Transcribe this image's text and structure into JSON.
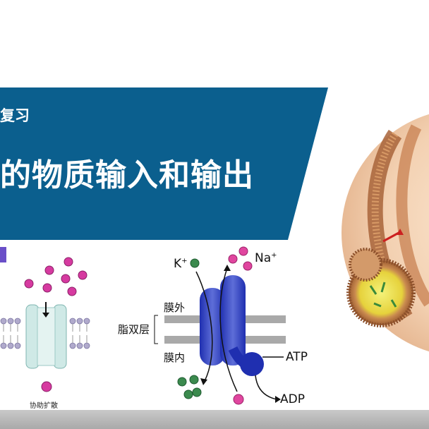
{
  "header": {
    "tag_text": "复习",
    "title_text": "的物质输入和输出"
  },
  "left_diagram": {
    "caption": "协助扩散"
  },
  "right_diagram": {
    "k_label": "K",
    "k_charge": "+",
    "na_label": "Na",
    "na_charge": "+",
    "outside_label": "膜外",
    "bilayer_label": "脂双层",
    "inside_label": "膜内",
    "atp_label": "ATP",
    "adp_label": "ADP"
  },
  "colors": {
    "banner": "#0b5f8e",
    "particle_pink": "#d63aa0",
    "particle_green": "#3b8a4e",
    "pump_blue": "#1f2fb0",
    "channel_mint": "#cfe9e6"
  }
}
